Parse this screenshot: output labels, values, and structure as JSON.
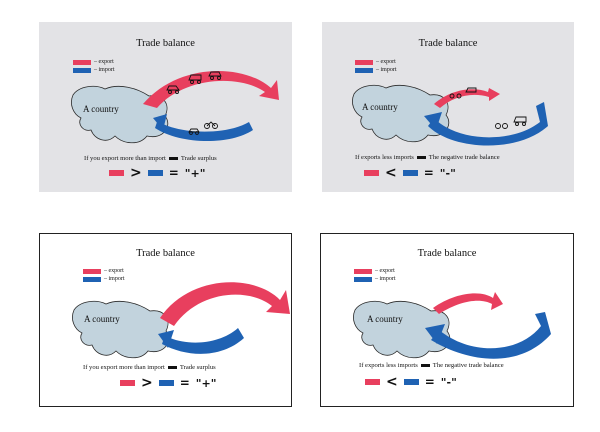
{
  "colors": {
    "export": "#e83f5e",
    "import": "#1f62b3",
    "land": "#c2d3dd",
    "panel_bg": "#e3e3e6"
  },
  "panels": [
    {
      "title": "Trade balance",
      "legend_export": "– export",
      "legend_import": "– import",
      "country": "A country",
      "rule_left": "If you export more than import",
      "rule_right": "Trade surplus",
      "operator": ">",
      "equals": "=",
      "result": "\"+\"",
      "vehicles": true
    },
    {
      "title": "Trade balance",
      "legend_export": "– export",
      "legend_import": "– import",
      "country": "A country",
      "rule_left": "If exports less imports",
      "rule_right": "The negative trade balance",
      "operator": "<",
      "equals": "=",
      "result": "\"-\"",
      "vehicles": true
    },
    {
      "title": "Trade balance",
      "legend_export": "– export",
      "legend_import": "– import",
      "country": "A country",
      "rule_left": "If you export more than import",
      "rule_right": "Trade surplus",
      "operator": ">",
      "equals": "=",
      "result": "\"+\"",
      "vehicles": false
    },
    {
      "title": "Trade balance",
      "legend_export": "– export",
      "legend_import": "– import",
      "country": "A country",
      "rule_left": "If exports less imports",
      "rule_right": "The negative trade balance",
      "operator": "<",
      "equals": "=",
      "result": "\"-\"",
      "vehicles": false
    }
  ]
}
